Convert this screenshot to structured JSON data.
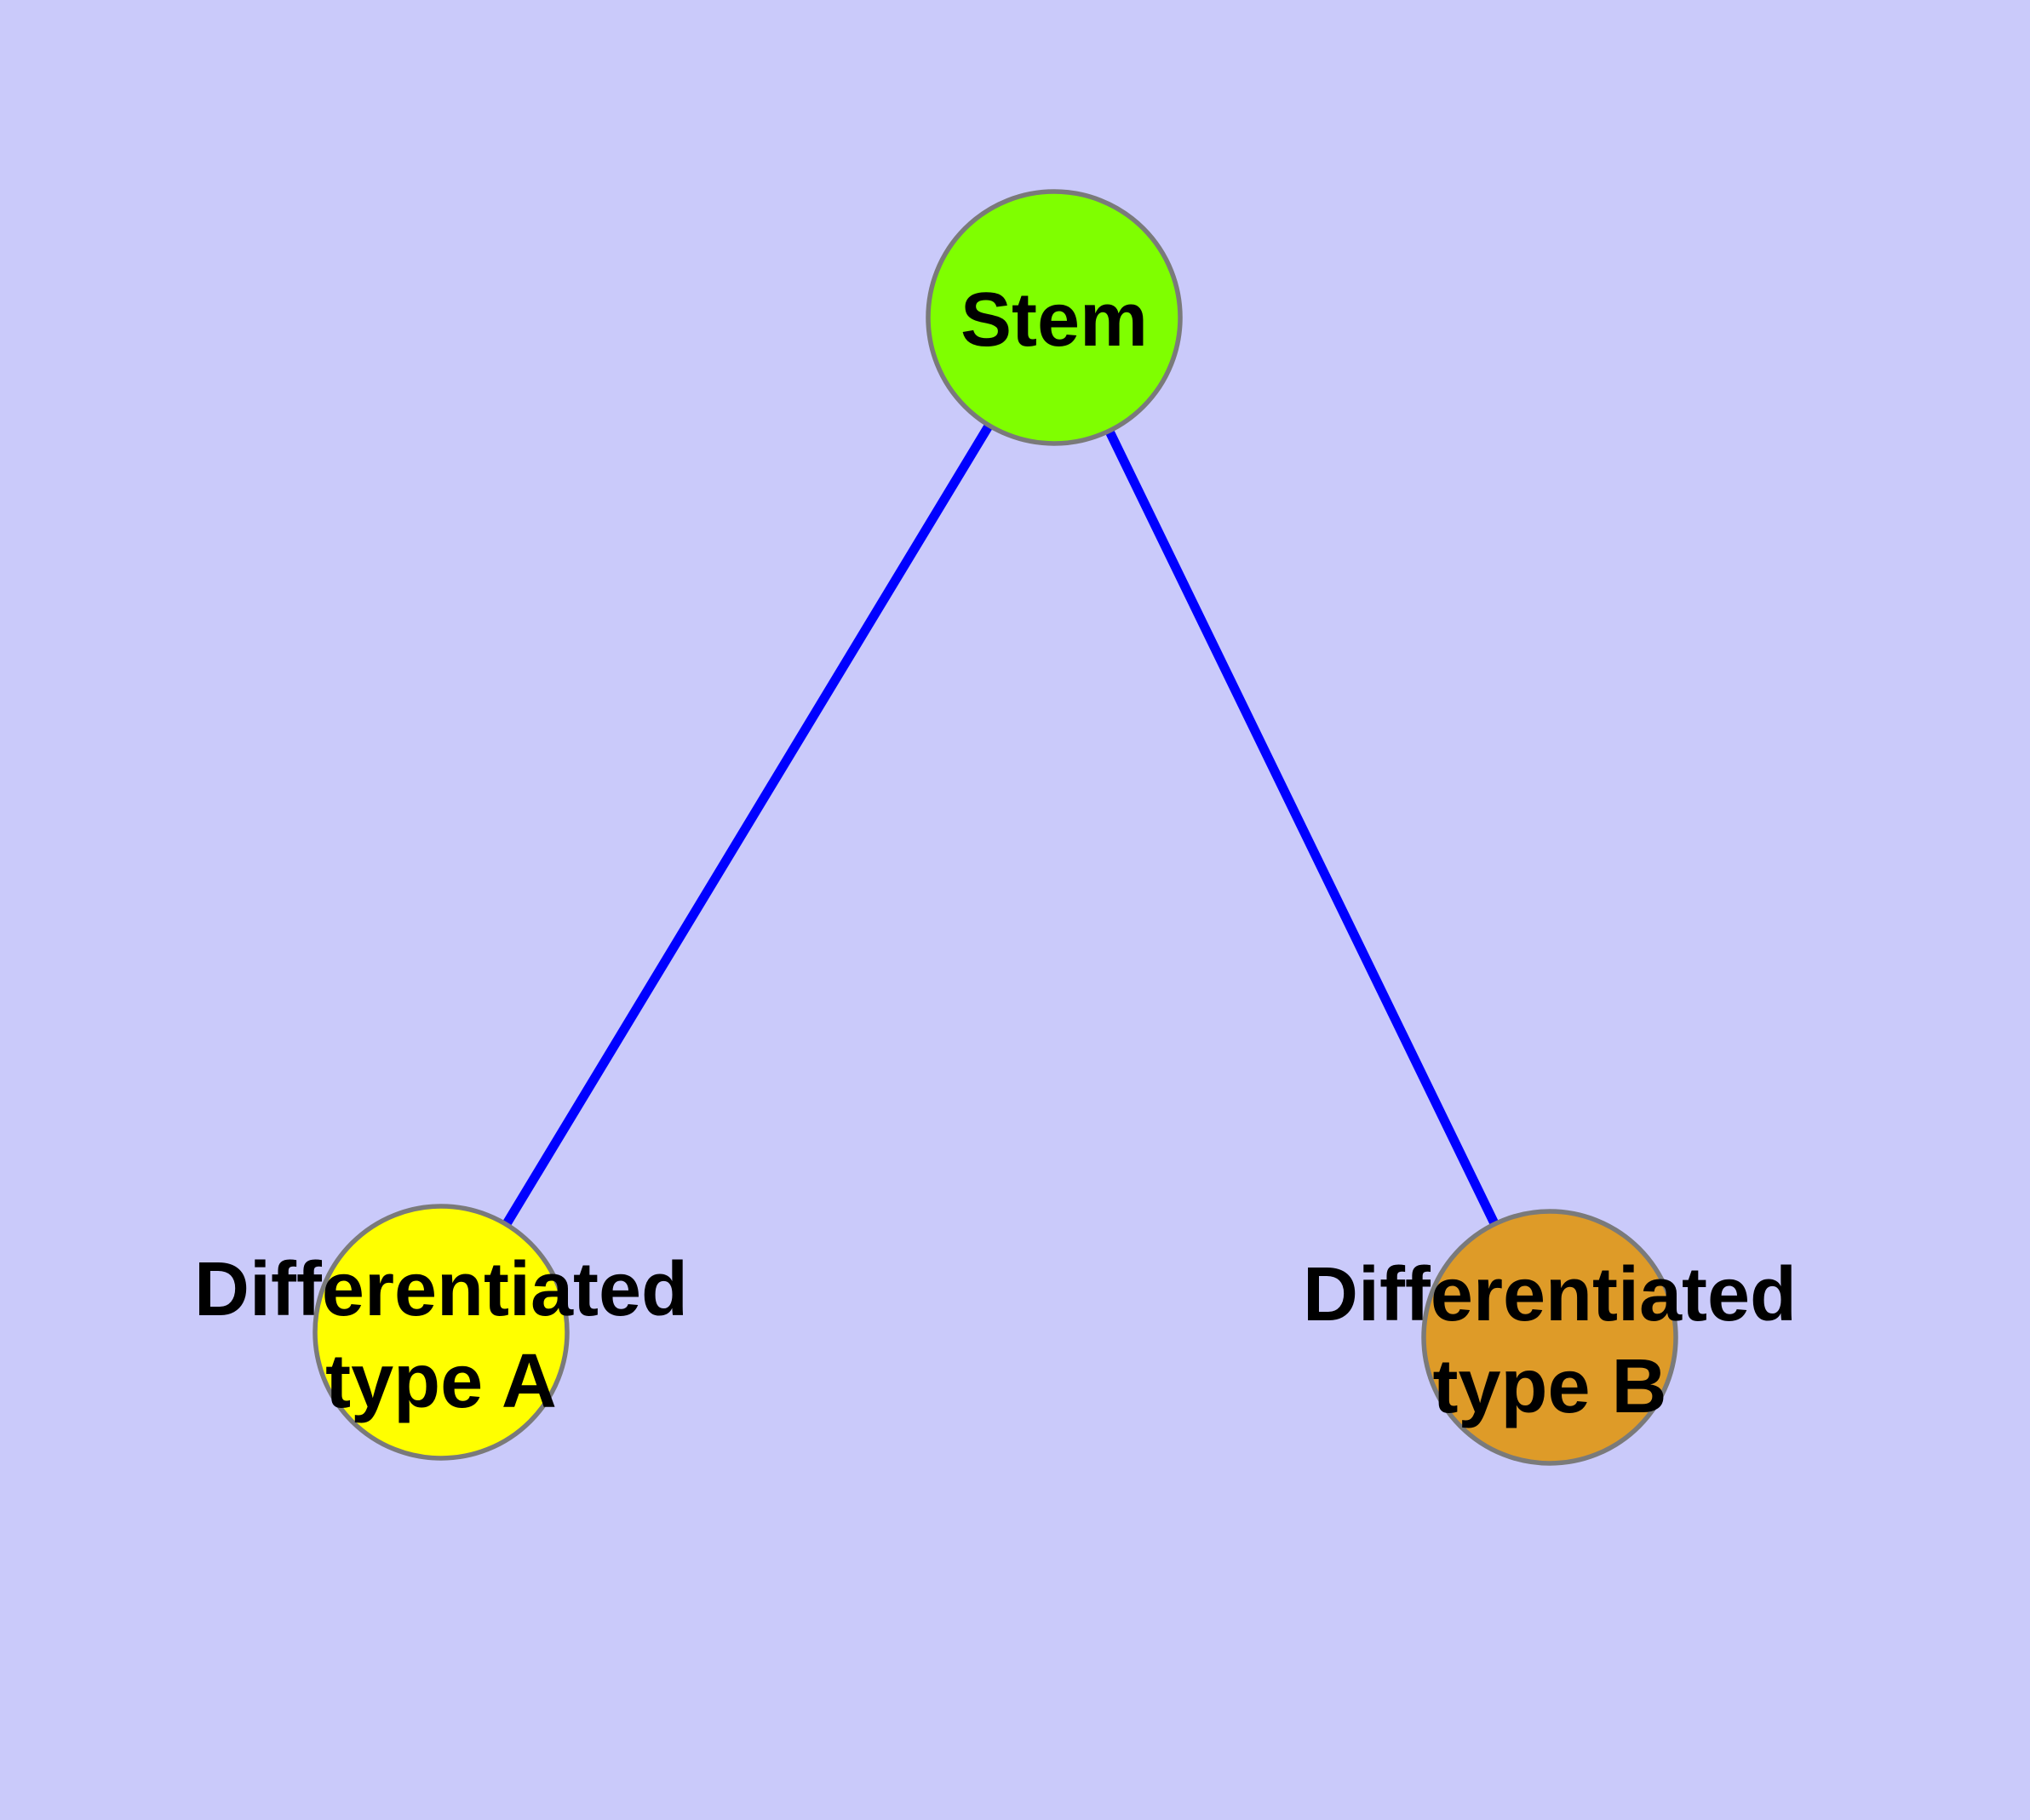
{
  "diagram": {
    "type": "graph",
    "description": "Cell differentiation tree: one stem node with two differentiated child types",
    "colors": {
      "background": "#CACAFA",
      "edge": "#0000FF",
      "node_border": "#7A7A7A",
      "label_text": "#000000",
      "stem_fill": "#7FFF00",
      "type_a_fill": "#FFFF00",
      "type_b_fill": "#DE9B28"
    },
    "nodes": {
      "stem": {
        "label": "Stem",
        "fill": "#7FFF00"
      },
      "type_a": {
        "label_line1": "Differentiated",
        "label_line2": "type A",
        "fill": "#FFFF00"
      },
      "type_b": {
        "label_line1": "Differentiated",
        "label_line2": "type B",
        "fill": "#DE9B28"
      }
    },
    "edges": [
      {
        "from": "Stem",
        "to": "Differentiated type A"
      },
      {
        "from": "Stem",
        "to": "Differentiated type B"
      }
    ]
  }
}
